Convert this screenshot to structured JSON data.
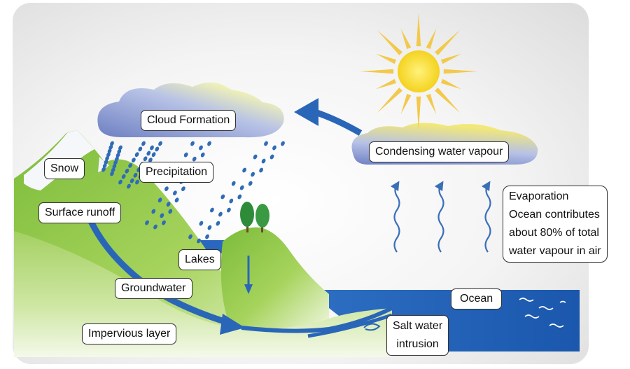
{
  "labels": {
    "cloud_formation": "Cloud Formation",
    "condensing": "Condensing water vapour",
    "snow": "Snow",
    "precipitation": "Precipitation",
    "surface_runoff": "Surface runoff",
    "lakes": "Lakes",
    "groundwater": "Groundwater",
    "impervious_layer": "Impervious layer",
    "ocean": "Ocean",
    "salt_water_line1": "Salt water",
    "salt_water_line2": "intrusion",
    "evaporation_lines": [
      "Evaporation",
      "Ocean contributes",
      "about 80% of total",
      "water vapour in air"
    ]
  },
  "colors": {
    "background": "#efefef",
    "land_green": "#8cc63f",
    "land_light": "#c9e39a",
    "water_blue": "#1e5fb4",
    "arrow_blue": "#2a66b8",
    "cloud_blue": "#7f8fc8",
    "cloud_yellow": "#f3ea7a",
    "sun_yellow": "#f7df3c",
    "sun_rays": "#f2c94c",
    "tree_green": "#2e8b3a"
  },
  "icons": [
    "sun-icon",
    "tree-icon",
    "rain-drop-icon",
    "vapour-arrow-icon"
  ]
}
